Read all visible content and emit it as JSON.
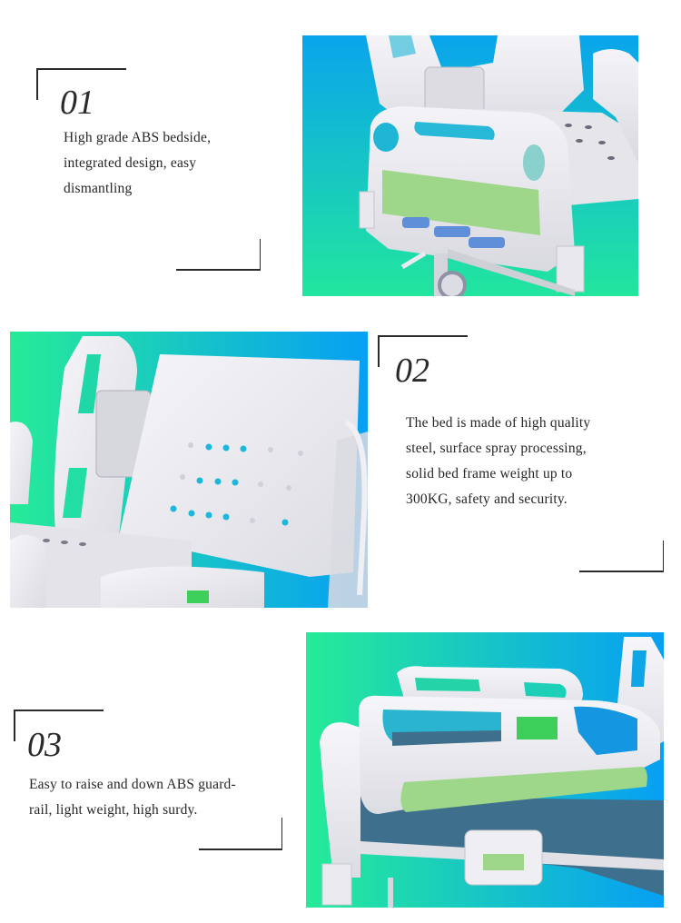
{
  "features": [
    {
      "number": "01",
      "lines": [
        "High grade ABS bedside,",
        "integrated design, easy",
        "dismantling"
      ],
      "image": {
        "subject": "bed-headboard-with-pedal-controls",
        "gradient": [
          "#0aa4ec",
          "#22e69e"
        ],
        "gradient_direction": "vertical"
      }
    },
    {
      "number": "02",
      "lines": [
        "The bed is made of high quality",
        "steel, surface spray processing,",
        "solid bed frame weight up to",
        "300KG, safety and security."
      ],
      "image": {
        "subject": "bed-backrest-raised",
        "gradient": [
          "#26eb98",
          "#079ff4"
        ],
        "gradient_direction": "horizontal"
      }
    },
    {
      "number": "03",
      "lines": [
        "Easy to raise and down ABS guard-",
        "rail, light weight, high surdy."
      ],
      "image": {
        "subject": "bed-side-guardrail",
        "gradient": [
          "#26eb98",
          "#079ff4"
        ],
        "gradient_direction": "horizontal"
      }
    }
  ],
  "colors": {
    "text": "#262626",
    "bracket": "#2b2b2b",
    "panel_white": "#eeeef3",
    "panel_green": "#9ed68a"
  }
}
